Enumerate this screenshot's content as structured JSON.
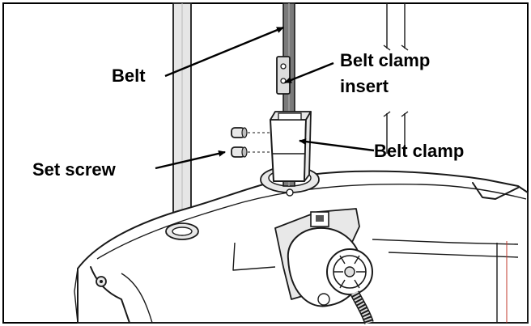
{
  "callouts": {
    "belt": "Belt",
    "belt_clamp_insert_line1": "Belt clamp",
    "belt_clamp_insert_line2": "insert",
    "belt_clamp": "Belt clamp",
    "set_screw": "Set screw"
  }
}
